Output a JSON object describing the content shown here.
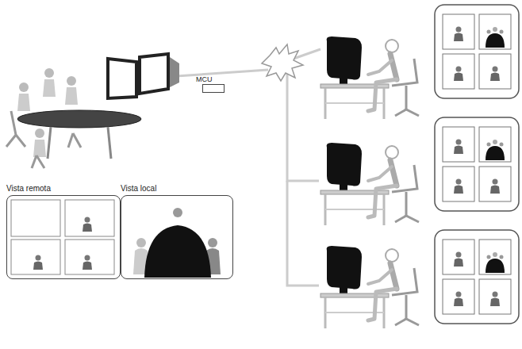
{
  "diagram": {
    "nodes": [
      {
        "text": [
          "MCU"
        ]
      },
      {
        "text": [
          "Vista remota"
        ]
      },
      {
        "text": [
          "Vista local"
        ]
      }
    ]
  }
}
